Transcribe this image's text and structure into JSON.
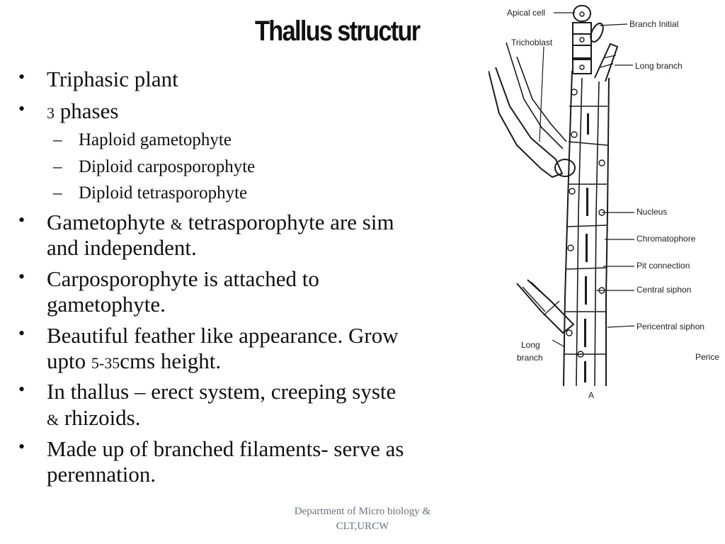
{
  "slide": {
    "title": "Thallus structur",
    "bullets": [
      {
        "text": "Triphasic plant"
      },
      {
        "num": "3",
        "text": " phases"
      },
      {
        "text": "Gametophyte ",
        "amp": "&",
        "text2": " tetrasporophyte are sim",
        "cont": "and independent."
      },
      {
        "text": "Carposporophyte is attached to",
        "cont": "gametophyte."
      },
      {
        "text": "Beautiful feather like appearance. Grow",
        "cont_pre": "upto ",
        "cont_num": "5-35",
        "cont_post": "cms height."
      },
      {
        "text": "In thallus – erect system, creeping syste",
        "cont_amp": "&",
        "cont": " rhizoids."
      },
      {
        "text": "Made up of branched filaments- serve as",
        "cont": "perennation."
      }
    ],
    "sub_bullets": [
      "Haploid gametophyte",
      "Diploid carposporophyte",
      "Diploid tetrasporophyte"
    ],
    "footer": {
      "line1": "Department of Micro biology &",
      "line2": "CLT,URCW"
    }
  },
  "diagram": {
    "labels": {
      "apical_cell": "Apical cell",
      "branch_initial": "Branch Initial",
      "trichoblast": "Trichoblast",
      "long_branch_top": "Long branch",
      "nucleus": "Nucleus",
      "chromatophore": "Chromatophore",
      "pit_connection": "Pit connection",
      "central_siphon": "Central siphon",
      "pericentral_siphon": "Pericentral siphon",
      "long_branch_left_1": "Long",
      "long_branch_left_2": "branch",
      "perice": "Perice",
      "figure_letter": "A"
    }
  }
}
